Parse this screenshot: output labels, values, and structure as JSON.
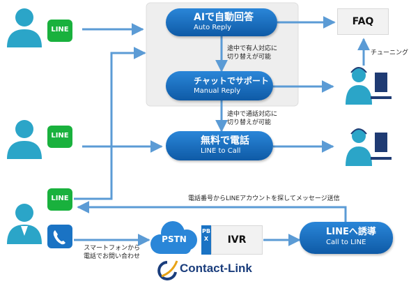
{
  "nodes": {
    "auto_reply": {
      "title": "AIで自動回答",
      "subtitle": "Auto Reply"
    },
    "manual_reply": {
      "title": "チャットでサポート",
      "subtitle": "Manual Reply"
    },
    "line_call": {
      "title": "無料で電話",
      "subtitle": "LINE to Call"
    },
    "line_invite": {
      "title": "LINEへ誘導",
      "subtitle": "Call to LINE"
    },
    "faq": "FAQ",
    "pstn": "PSTN",
    "pbx": "PBX",
    "ivr": "IVR",
    "line_badge": "LINE"
  },
  "notes": {
    "switch_chat_1": "途中で有人対応に",
    "switch_chat_2": "切り替えが可能",
    "switch_call_1": "途中で通話対応に",
    "switch_call_2": "切り替えが可能",
    "tuning": "チューニング",
    "search_line": "電話番号からLINEアカウントを探してメッセージ送信",
    "smartphone_1": "スマートフォンから",
    "smartphone_2": "電話でお問い合わせ"
  },
  "logo": "Contact-Link",
  "colors": {
    "primary": "#1a73c4",
    "primary_dark": "#0e5aa6",
    "line_green": "#19b13d",
    "arrow": "#5b9bd5",
    "person": "#2ba5c8"
  }
}
